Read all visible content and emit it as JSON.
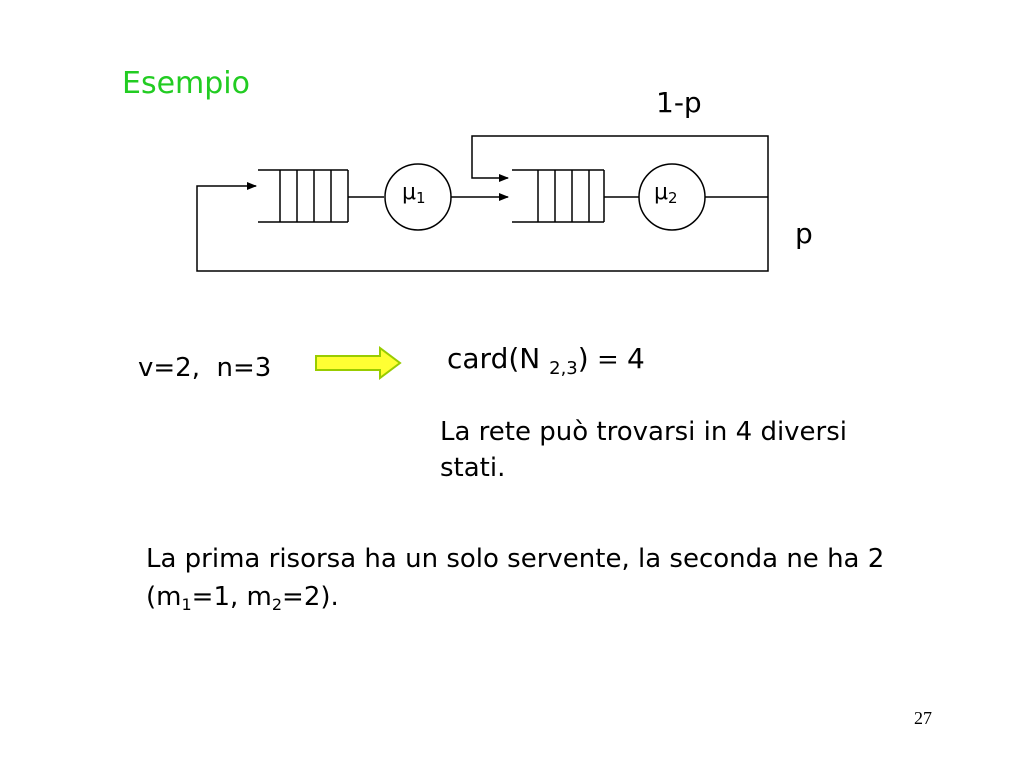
{
  "slide": {
    "title": "Esempio",
    "page_number": "27"
  },
  "diagram": {
    "label_feedback": "1-p",
    "label_exit": "p",
    "server1": {
      "symbol": "μ",
      "index": "1"
    },
    "server2": {
      "symbol": "μ",
      "index": "2"
    }
  },
  "formula": {
    "params": "v=2,  n=3",
    "card_prefix": "card(N ",
    "card_subscript": "2,3",
    "card_suffix": ")",
    "equals": " = ",
    "result": "4"
  },
  "description": "La rete può trovarsi in 4 diversi stati.",
  "note": {
    "text1": "La prima risorsa ha un solo servente, la seconda ne ha 2 (m",
    "sub1": "1",
    "text2": "=1, m",
    "sub2": "2",
    "text3": "=2)."
  },
  "colors": {
    "title": "#22cc22",
    "arrow_fill": "#ffff33",
    "arrow_stroke": "#99cc00"
  }
}
